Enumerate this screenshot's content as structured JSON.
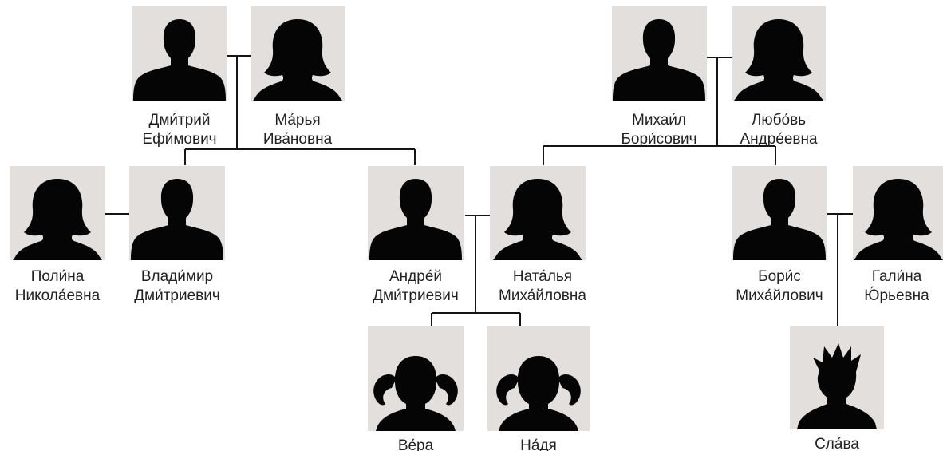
{
  "people": [
    {
      "id": "dmitry",
      "line1": "Дми́трий",
      "line2": "Ефи́мович",
      "kind": "man"
    },
    {
      "id": "marya",
      "line1": "Ма́рья",
      "line2": "Ива́новна",
      "kind": "woman"
    },
    {
      "id": "mikhail",
      "line1": "Михаи́л",
      "line2": "Бори́сович",
      "kind": "man"
    },
    {
      "id": "lyubov",
      "line1": "Любо́вь",
      "line2": "Андре́евна",
      "kind": "woman"
    },
    {
      "id": "polina",
      "line1": "Поли́на",
      "line2": "Никола́евна",
      "kind": "woman"
    },
    {
      "id": "vladimir",
      "line1": "Влади́мир",
      "line2": "Дми́триевич",
      "kind": "man"
    },
    {
      "id": "andrey",
      "line1": "Андре́й",
      "line2": "Дми́триевич",
      "kind": "man"
    },
    {
      "id": "natalya",
      "line1": "Ната́лья",
      "line2": "Миха́йловна",
      "kind": "woman"
    },
    {
      "id": "boris",
      "line1": "Бори́с",
      "line2": "Миха́йлович",
      "kind": "man"
    },
    {
      "id": "galina",
      "line1": "Гали́на",
      "line2": "Ю́рьевна",
      "kind": "woman"
    },
    {
      "id": "vera",
      "line1": "Ве́ра",
      "line2": "",
      "kind": "girl"
    },
    {
      "id": "nadya",
      "line1": "На́дя",
      "line2": "",
      "kind": "girl"
    },
    {
      "id": "slava",
      "line1": "Сла́ва",
      "line2": "",
      "kind": "boy"
    }
  ],
  "icons": {
    "man": "man-silhouette-icon",
    "woman": "woman-silhouette-icon",
    "girl": "girl-silhouette-icon",
    "boy": "boy-silhouette-icon"
  },
  "colors": {
    "photo_background": "#e2dfdd",
    "silhouette": "#050505",
    "connector": "#151515",
    "text": "#222222"
  }
}
